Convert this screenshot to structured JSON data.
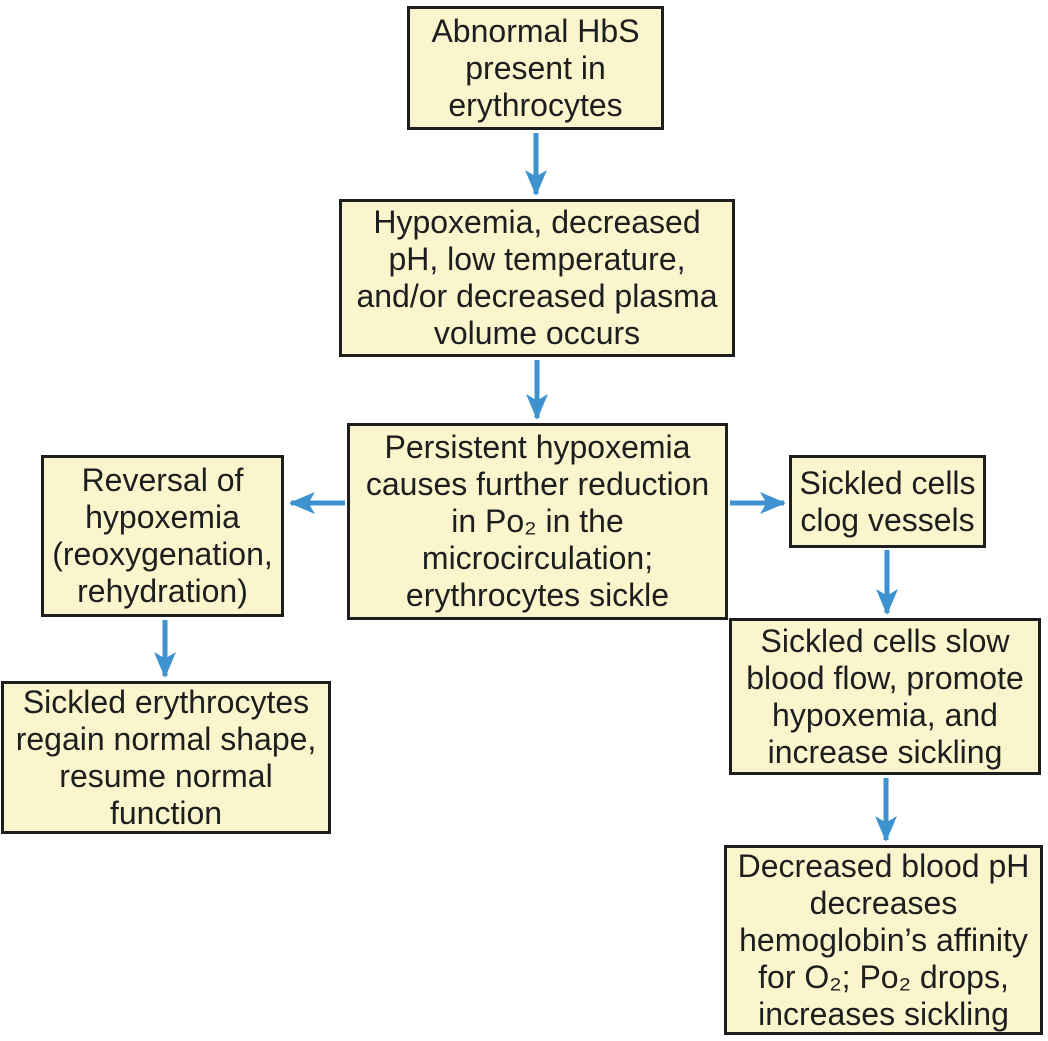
{
  "diagram": {
    "subject": "Sickle cell pathophysiology flowchart",
    "colors": {
      "background": "#ffffff",
      "box_fill": "#faf5cd",
      "box_border": "#1e1e1e",
      "arrow": "#3e92cf",
      "text": "#1e1e1e"
    },
    "nodes": [
      {
        "id": "abnormal-hbs",
        "text": "Abnormal HbS\npresent in\nerythrocytes"
      },
      {
        "id": "hypoxemia-triggers",
        "text": "Hypoxemia, decreased\npH, low temperature,\nand/or decreased plasma\nvolume occurs"
      },
      {
        "id": "persistent-hypoxemia",
        "text": "Persistent hypoxemia\ncauses further reduction\nin Pᴏ₂ in the\nmicrocirculation;\nerythrocytes sickle"
      },
      {
        "id": "reversal-hypoxemia",
        "text": "Reversal of\nhypoxemia\n(reoxygenation,\nrehydration)"
      },
      {
        "id": "regain-shape",
        "text": "Sickled erythrocytes\nregain normal shape,\nresume normal\nfunction"
      },
      {
        "id": "clog-vessels",
        "text": "Sickled cells\nclog vessels"
      },
      {
        "id": "slow-blood-flow",
        "text": "Sickled cells slow\nblood flow, promote\nhypoxemia, and\nincrease sickling"
      },
      {
        "id": "decreased-blood-ph",
        "text": "Decreased blood pH\ndecreases\nhemoglobin’s affinity\nfor O₂; Pᴏ₂ drops,\nincreases sickling"
      }
    ],
    "edges": [
      {
        "from": "abnormal-hbs",
        "to": "hypoxemia-triggers"
      },
      {
        "from": "hypoxemia-triggers",
        "to": "persistent-hypoxemia"
      },
      {
        "from": "persistent-hypoxemia",
        "to": "reversal-hypoxemia"
      },
      {
        "from": "persistent-hypoxemia",
        "to": "clog-vessels"
      },
      {
        "from": "reversal-hypoxemia",
        "to": "regain-shape"
      },
      {
        "from": "clog-vessels",
        "to": "slow-blood-flow"
      },
      {
        "from": "slow-blood-flow",
        "to": "decreased-blood-ph"
      }
    ]
  }
}
